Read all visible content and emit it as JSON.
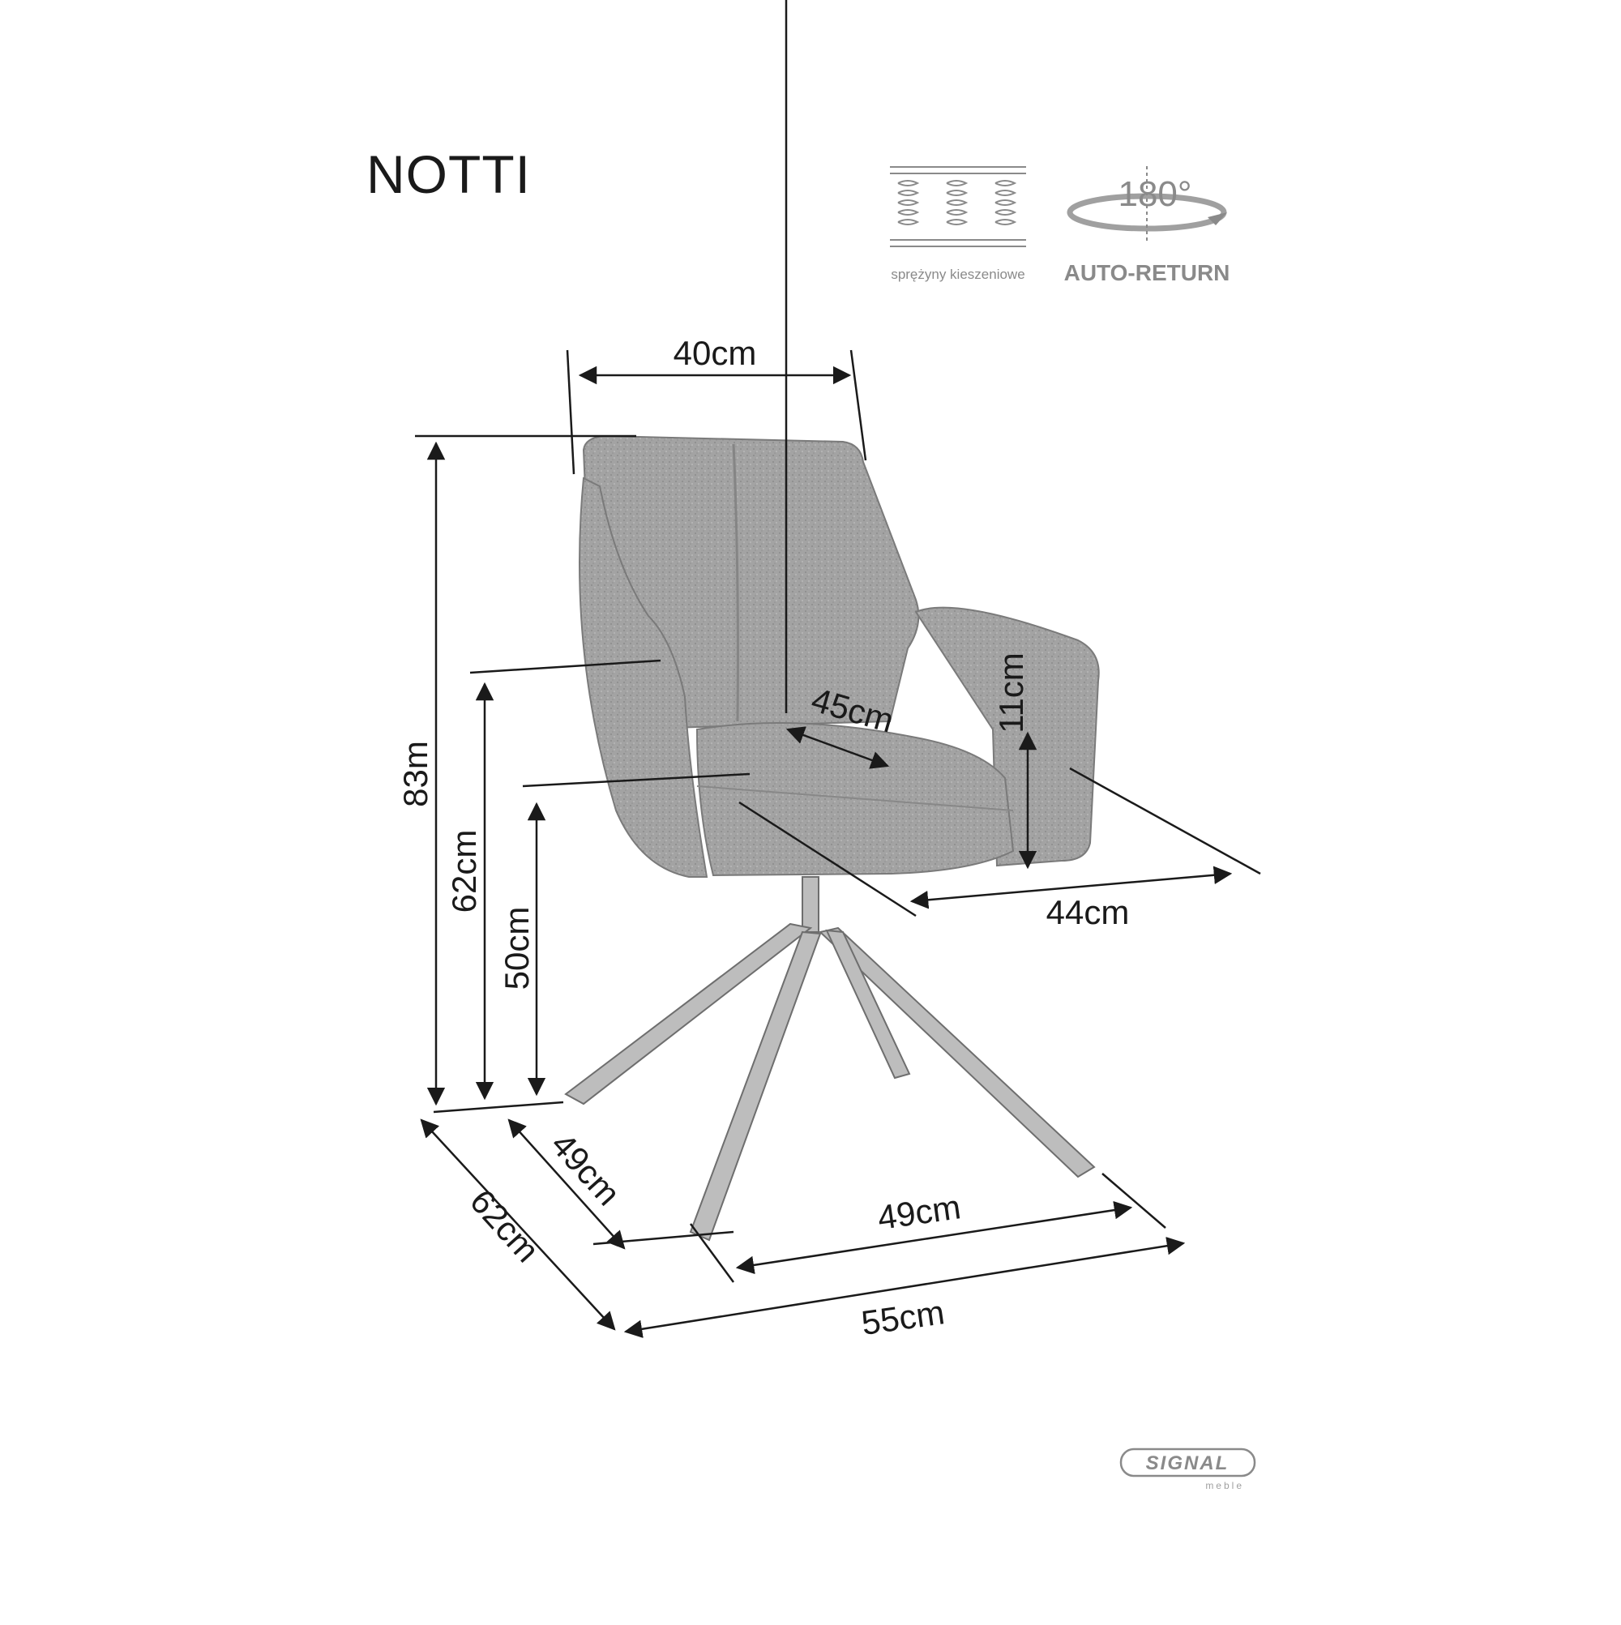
{
  "product": {
    "name": "NOTTI"
  },
  "badges": {
    "springs": {
      "label": "sprężyny kieszeniowe",
      "icon": "pocket-springs-icon"
    },
    "swivel": {
      "angle": "180°",
      "label": "AUTO-RETURN",
      "icon": "rotate-180-icon"
    }
  },
  "dimensions": {
    "seat_back_width": "40cm",
    "total_height": "83m",
    "armrest_height": "62cm",
    "seat_height": "50cm",
    "seat_depth": "45cm",
    "armrest_rise": "11cm",
    "seat_width": "44cm",
    "base_depth": "49cm",
    "base_width": "49cm",
    "total_depth": "62cm",
    "total_width": "55cm"
  },
  "brand": {
    "name": "SIGNAL",
    "sub": "meble"
  },
  "colors": {
    "ink": "#1a1a1a",
    "fabric": "#9b9b9b",
    "icon_gray": "#8a8a8a"
  }
}
